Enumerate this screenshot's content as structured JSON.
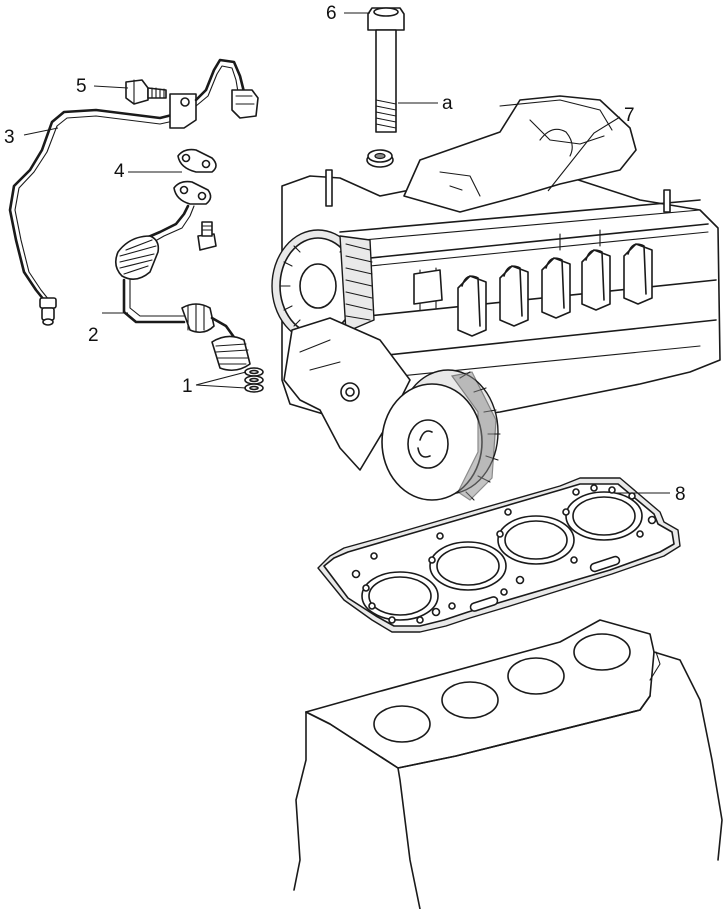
{
  "diagram": {
    "callouts": {
      "c1": "1",
      "c2": "2",
      "c3": "3",
      "c4": "4",
      "c5": "5",
      "c6": "6",
      "c7": "7",
      "c8": "8",
      "ca": "a"
    }
  }
}
